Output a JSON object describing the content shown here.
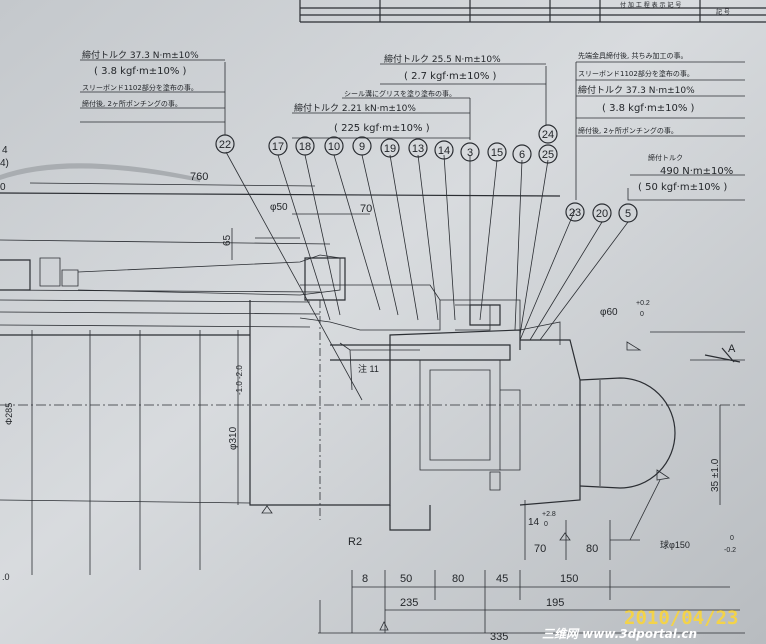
{
  "top_table_text": "付 加 工 程 表 示 記 号",
  "top_table_mark": "記 号",
  "left_edge_labels": [
    "4",
    "4)",
    "0",
    "Φ285",
    ".0"
  ],
  "balloons": [
    "22",
    "17",
    "18",
    "10",
    "9",
    "19",
    "13",
    "14",
    "3",
    "15",
    "6",
    "25",
    "24",
    "23",
    "20",
    "5"
  ],
  "notes": {
    "n22_title": "締付トルク 37.3 N·m±10%",
    "n22_value": "( 3.8 kgf·m±10% )",
    "n22_line3": "スリーボンド1102部分を塗布の事。",
    "n22_line4": "締付後, 2ヶ所ポンチングの事。",
    "n15_title": "締付トルク 25.5 N·m±10%",
    "n15_value": "( 2.7 kgf·m±10% )",
    "n19_grease": "シール溝にグリスを塗り塗布の事。",
    "n13_title": "締付トルク 2.21 kN·m±10%",
    "n13_value": "( 225 kgf·m±10% )",
    "n23_line1": "先端金具締付後, 共ちみ加工の事。",
    "n23_line2": "スリーボンド1102部分を塗布の事。",
    "n23_title": "締付トルク 37.3 N·m±10%",
    "n23_value": "( 3.8 kgf·m±10% )",
    "n23_line5": "締付後, 2ヶ所ポンチングの事。",
    "n5_title": "締付トルク",
    "n5_line1": "490 N·m±10%",
    "n5_line2": "( 50 kgf·m±10% )"
  },
  "dims": {
    "d760": "760",
    "d_phi50": "φ50",
    "d70_top": "70",
    "d65": "65",
    "d_phi60": "φ60",
    "d_phi60_tol": "+0.2",
    "d_phi60_tol_low": "0",
    "section_a": "A",
    "d_phi310": "φ310",
    "d_phi310_tol": "-1.0 -2.0",
    "d_note11": "注 11",
    "d35": "35 ±1.0",
    "d14": "14",
    "d14_tol": "+2.8",
    "d14_tol_low": "0",
    "d70_low": "70",
    "d80_low": "80",
    "d_phi150": "球φ150",
    "d_phi150_tol": "0",
    "d_phi150_tol_low": "-0.2",
    "r2": "R2",
    "b8": "8",
    "b50": "50",
    "b80": "80",
    "b45": "45",
    "b150": "150",
    "b235": "235",
    "b195": "195",
    "b335": "335"
  },
  "date_stamp": "2010/04/23",
  "watermark": "三维网 www.3dportal.cn",
  "colors": {
    "paper": "#cfd3d6",
    "ink": "#2b2e33",
    "stamp": "#f3d34a"
  }
}
